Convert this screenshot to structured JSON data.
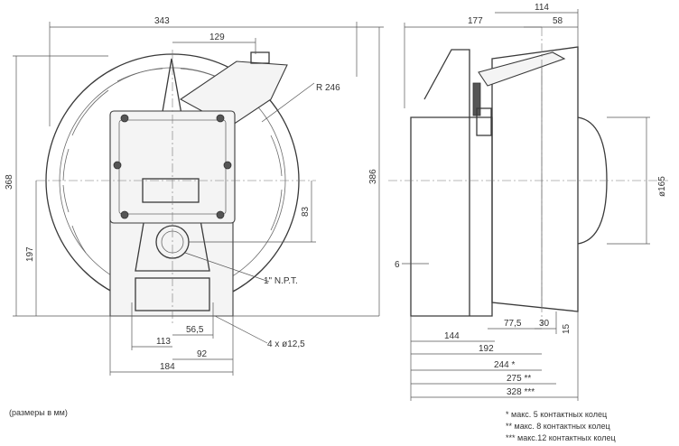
{
  "front_view": {
    "dim_width": "343",
    "dim_offset_top": "129",
    "dim_height_total": "368",
    "dim_height_axis": "197",
    "dim_radius": "R 246",
    "dim_83": "83",
    "dim_386": "386",
    "thread_label": "1\" N.P.T.",
    "dim_56_5": "56,5",
    "dim_113": "113",
    "dim_92": "92",
    "dim_184": "184",
    "holes_label": "4 x ø12,5"
  },
  "side_view": {
    "dim_177": "177",
    "dim_114": "114",
    "dim_58": "58",
    "dim_diam165": "ø165",
    "dim_6": "6",
    "dim_77_5": "77,5",
    "dim_30": "30",
    "dim_15": "15",
    "dim_144": "144",
    "dim_192": "192",
    "dim_244": "244 *",
    "dim_275": "275 **",
    "dim_328": "328 ***"
  },
  "notes": {
    "units": "(размеры в мм)",
    "footnote_1": "*   макс. 5 контактных колец",
    "footnote_2": "**  макс. 8 контактных колец",
    "footnote_3": "*** макс.12 контактных колец"
  }
}
